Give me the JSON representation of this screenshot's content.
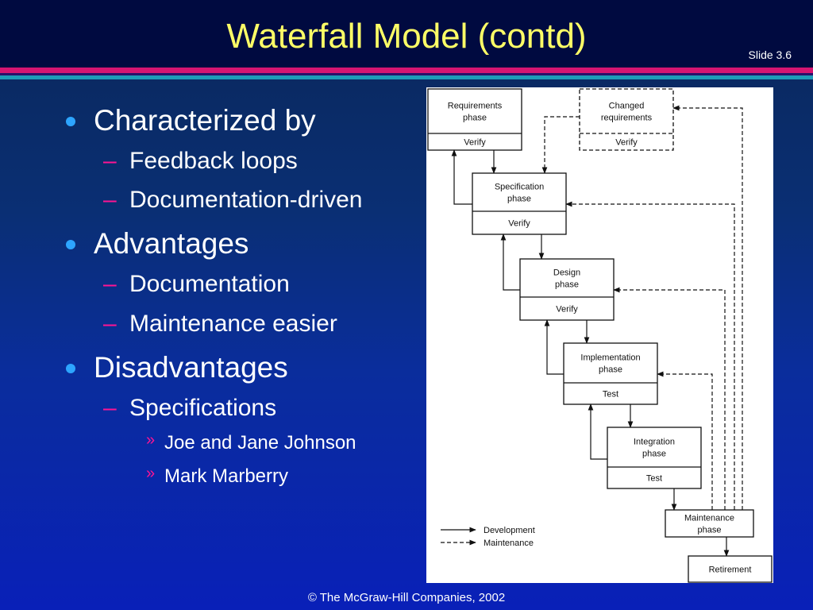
{
  "slide": {
    "title": "Waterfall Model (contd)",
    "number": "Slide 3.6",
    "footer": "© The McGraw-Hill Companies, 2002"
  },
  "colors": {
    "title": "#ffff66",
    "bullet_dot": "#2da5ff",
    "dash_marker": "#ff1493",
    "stripe_magenta": "#d61572",
    "stripe_teal": "#1f9bb8",
    "top_band": "#000a40"
  },
  "bullets": [
    {
      "text": "Characterized by",
      "level": 1
    },
    {
      "text": "Feedback loops",
      "level": 2
    },
    {
      "text": "Documentation-driven",
      "level": 2
    },
    {
      "text": "Advantages",
      "level": 1
    },
    {
      "text": "Documentation",
      "level": 2
    },
    {
      "text": "Maintenance easier",
      "level": 2
    },
    {
      "text": "Disadvantages",
      "level": 1
    },
    {
      "text": "Specifications",
      "level": 2
    },
    {
      "text": "Joe and Jane Johnson",
      "level": 3
    },
    {
      "text": "Mark Marberry",
      "level": 3
    }
  ],
  "markers": {
    "level2": "–",
    "level3": "»"
  },
  "diagram": {
    "boxes": {
      "requirements": {
        "title": [
          "Requirements",
          "phase"
        ],
        "check": "Verify"
      },
      "changed": {
        "title": [
          "Changed",
          "requirements"
        ],
        "check": "Verify"
      },
      "specification": {
        "title": [
          "Specification",
          "phase"
        ],
        "check": "Verify"
      },
      "design": {
        "title": [
          "Design",
          "phase"
        ],
        "check": "Verify"
      },
      "implementation": {
        "title": [
          "Implementation",
          "phase"
        ],
        "check": "Test"
      },
      "integration": {
        "title": [
          "Integration",
          "phase"
        ],
        "check": "Test"
      },
      "maintenance": {
        "title": [
          "Maintenance",
          "phase"
        ]
      },
      "retirement": {
        "title": [
          "Retirement"
        ]
      }
    },
    "legend": {
      "development": "Development",
      "maintenance": "Maintenance"
    }
  }
}
